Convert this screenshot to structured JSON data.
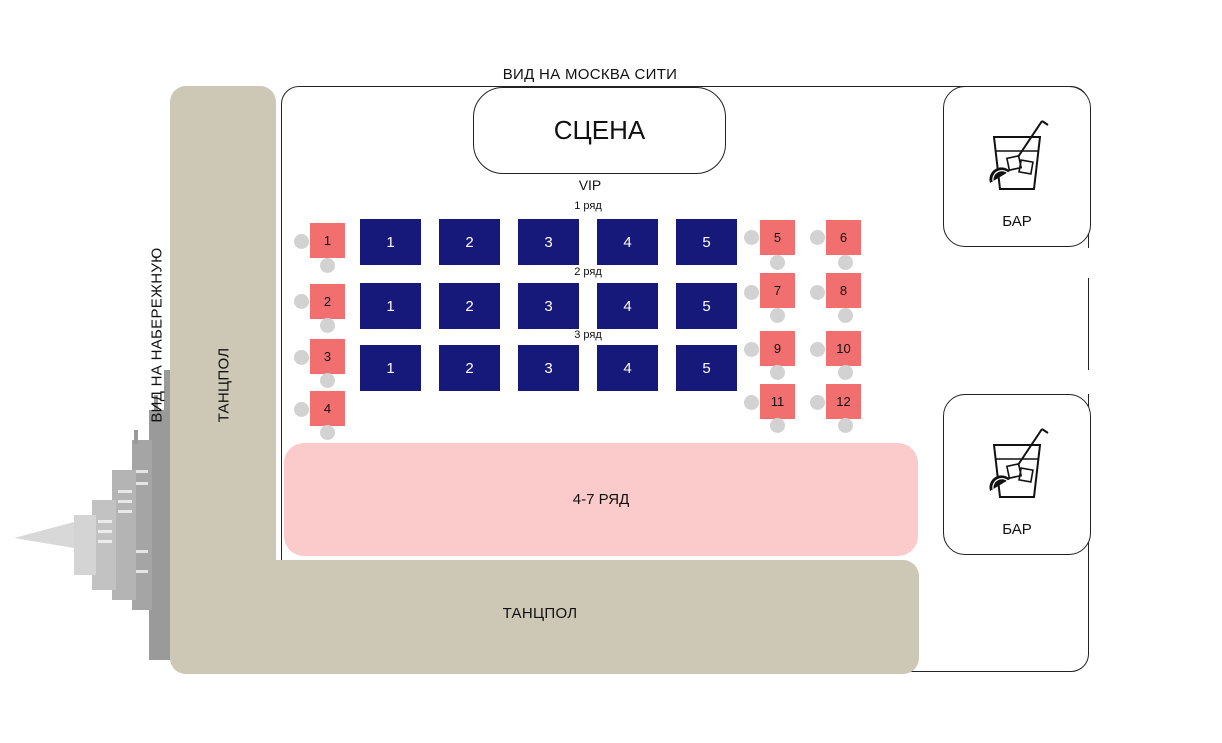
{
  "titles": {
    "moscow_city_view": "ВИД  НА МОСКВА СИТИ",
    "embankment_view": "ВИД  НА  НАБЕРЕЖНУЮ"
  },
  "stage": {
    "label": "СЦЕНА"
  },
  "vip": {
    "label": "VIP"
  },
  "rows": [
    {
      "label": "1 ряд",
      "tables": [
        "1",
        "2",
        "3",
        "4",
        "5"
      ]
    },
    {
      "label": "2 ряд",
      "tables": [
        "1",
        "2",
        "3",
        "4",
        "5"
      ]
    },
    {
      "label": "3 ряд",
      "tables": [
        "1",
        "2",
        "3",
        "4",
        "5"
      ]
    }
  ],
  "left_tables": [
    "1",
    "2",
    "3",
    "4"
  ],
  "right_tables": [
    "5",
    "6",
    "7",
    "8",
    "9",
    "10",
    "11",
    "12"
  ],
  "rows_4_7": {
    "label": "4-7 РЯД"
  },
  "bars": [
    {
      "label": "БАР",
      "icon": "cocktail-icon"
    },
    {
      "label": "БАР",
      "icon": "cocktail-icon"
    }
  ],
  "dance_floor": {
    "vertical_label": "ТАНЦПОЛ",
    "horizontal_label": "ТАНЦПОЛ"
  },
  "colors": {
    "vip_table": "#16187a",
    "small_table": "#f26f6f",
    "dance_floor": "#cdc8b6",
    "rows_4_7": "#fbcaca",
    "chair": "#d2d2d2"
  }
}
